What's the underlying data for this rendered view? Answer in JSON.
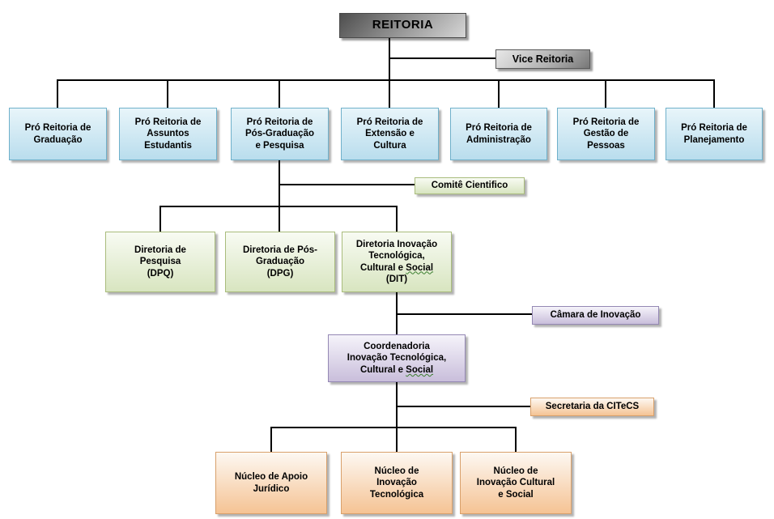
{
  "orgchart": {
    "root": {
      "label": "REITORIA"
    },
    "vice": {
      "label": "Vice Reitoria"
    },
    "pro_reitorias": [
      {
        "label": "Pró Reitoria de\nGraduação"
      },
      {
        "label": "Pró Reitoria de\nAssuntos\nEstudantis"
      },
      {
        "label": "Pró Reitoria de\nPós-Graduação\ne Pesquisa"
      },
      {
        "label": "Pró Reitoria de\nExtensão e\nCultura"
      },
      {
        "label": "Pró Reitoria de\nAdministração"
      },
      {
        "label": "Pró Reitoria de\nGestão de\nPessoas"
      },
      {
        "label": "Pró Reitoria de\nPlanejamento"
      }
    ],
    "comite": {
      "label": "Comitê Cientifico"
    },
    "diretorias": [
      {
        "label": "Diretoria de\nPesquisa\n(DPQ)"
      },
      {
        "label": "Diretoria de Pós-\nGraduação\n(DPG)"
      },
      {
        "label": "Diretoria Inovação\nTecnológica,\nCultural e [[Social]]\n(DIT)"
      }
    ],
    "camara": {
      "label": "Câmara de Inovação"
    },
    "coordenadoria": {
      "label": "Coordenadoria\nInovação Tecnológica,\nCultural e [[Social]]"
    },
    "secretaria": {
      "label": "Secretaria da CITeCS"
    },
    "nucleos": [
      {
        "label": "Núcleo de Apoio\nJurídico"
      },
      {
        "label": "Núcleo de\nInovação\nTecnológica"
      },
      {
        "label": "Núcleo de\nInovação Cultural\ne Social"
      }
    ],
    "colors": {
      "box_blue_top": "#e8f5fa",
      "box_blue_bottom": "#b9dded",
      "box_blue_border": "#6fb0ca",
      "box_green_top": "#f8fbf3",
      "box_green_bottom": "#d8e5c0",
      "box_green_border": "#a9bc7c",
      "box_purple_top": "#f5f3fa",
      "box_purple_bottom": "#c9bedb",
      "box_purple_border": "#9488b4",
      "box_orange_top": "#fdf8f2",
      "box_orange_bottom": "#f5c394",
      "box_orange_border": "#d8a06b",
      "gray_dark": "#4e4e4e",
      "gray_light": "#d6d6d6",
      "line": "#000000",
      "squiggle": "#3a7d2e",
      "text": "#000000"
    }
  }
}
